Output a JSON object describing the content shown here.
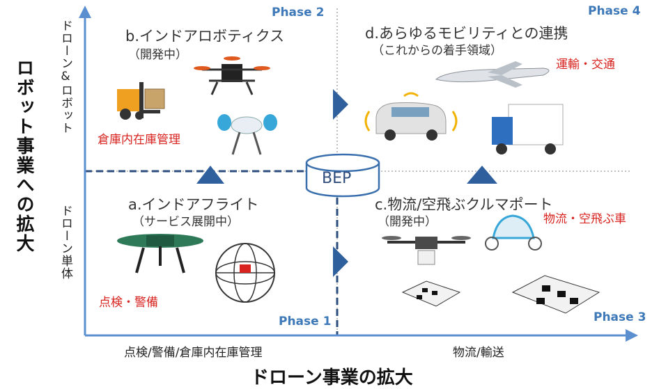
{
  "y_axis_title": "ロボット事業への拡大",
  "x_axis_title": "ドローン事業の拡大",
  "y_categories": {
    "upper": "ドローン&ロボット",
    "lower": "ドローン単体"
  },
  "x_categories": {
    "left": "点検/警備/倉庫内在庫管理",
    "right": "物流/輸送"
  },
  "center_badge": "BEP",
  "quadrants": {
    "a": {
      "title": "a.インドアフライト",
      "status": "（サービス展開中）",
      "use_case": "点検・警備",
      "phase": "Phase 1",
      "images": [
        "drone-icon",
        "cage-drone-icon"
      ]
    },
    "b": {
      "title": "b.インドアロボティクス",
      "status": "（開発中）",
      "use_case": "倉庫内在庫管理",
      "phase": "Phase 2",
      "images": [
        "forklift-icon",
        "hexacopter-icon",
        "robot-drone-icon"
      ]
    },
    "c": {
      "title": "c.物流/空飛ぶクルマポート",
      "status": "（開発中）",
      "use_case": "物流・空飛ぶ車",
      "phase": "Phase 3",
      "images": [
        "cargo-drone-icon",
        "air-car-icon",
        "landing-pad-icon",
        "landing-pad-icon"
      ]
    },
    "d": {
      "title": "d.あらゆるモビリティとの連携",
      "status": "（これからの着手領域）",
      "use_case": "運輸・交通",
      "phase": "Phase 4",
      "images": [
        "autonomous-car-icon",
        "airplane-icon",
        "truck-icon"
      ]
    }
  },
  "colors": {
    "axis": "#5b8fd0",
    "arrow": "#2f5f9c",
    "phase_text": "#3d78b8",
    "highlight_red": "#d8231f",
    "dash_box": "#2d4e7c",
    "grid_dots": "#9a9a9a"
  }
}
